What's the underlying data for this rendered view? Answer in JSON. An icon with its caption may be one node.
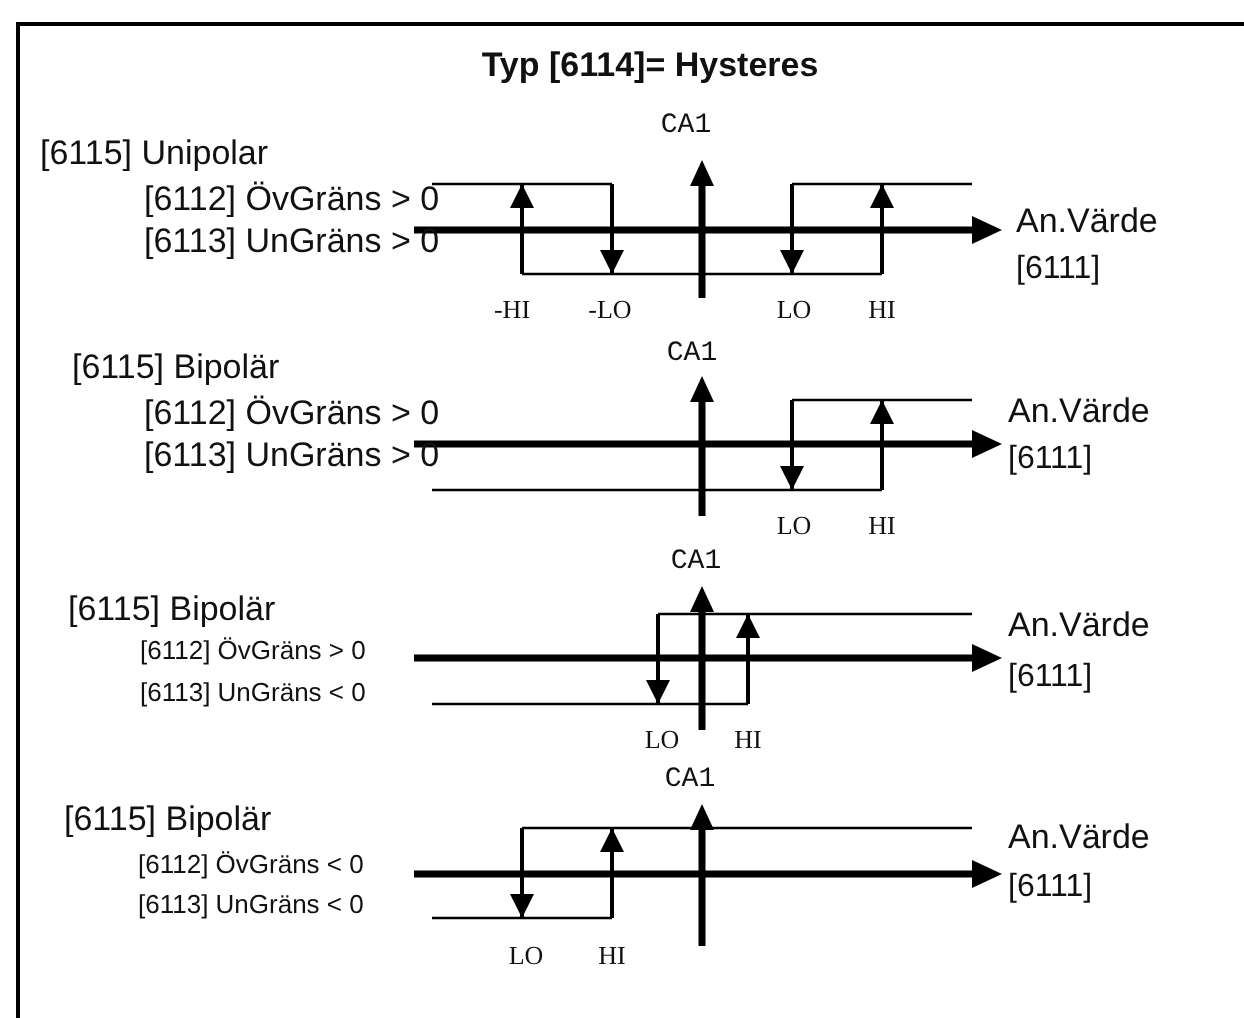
{
  "diagram": {
    "title": "Typ [6114]= Hysteres",
    "labels": [
      "[6115] Unipolar",
      "[6112] ÖvGräns > 0",
      "[6113] UnGräns > 0",
      "CA1",
      "An.Värde",
      "[6111]",
      "-HI",
      "-LO",
      "LO",
      "HI",
      "[6115] Bipolär",
      "[6112] ÖvGräns > 0",
      "[6113] UnGräns > 0",
      "CA1",
      "An.Värde",
      "[6111]",
      "LO",
      "HI",
      "[6115] Bipolär",
      "[6112] ÖvGräns > 0",
      "[6113] UnGräns < 0",
      "CA1",
      "An.Värde",
      "[6111]",
      "LO",
      "HI",
      "[6115] Bipolär",
      "[6112] ÖvGräns < 0",
      "[6113] UnGräns < 0",
      "CA1",
      "An.Värde",
      "[6111]",
      "LO",
      "HI"
    ]
  }
}
